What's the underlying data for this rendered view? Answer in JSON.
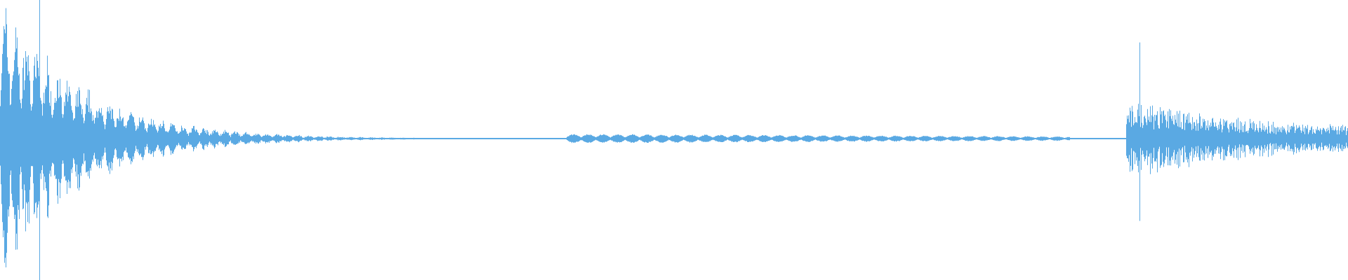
{
  "waveform": {
    "color": "#5aa9e3",
    "background": "#ffffff",
    "segments": [
      {
        "kind": "decaying-burst",
        "start": 0.0,
        "end": 0.42,
        "peak": 1.0,
        "decay": 3.2
      },
      {
        "kind": "tail",
        "start": 0.42,
        "end": 0.835,
        "peak": 0.03,
        "decay": 1.5
      },
      {
        "kind": "noise-burst",
        "start": 0.835,
        "end": 1.0,
        "peak": 0.4,
        "decay": 2.0
      }
    ]
  }
}
